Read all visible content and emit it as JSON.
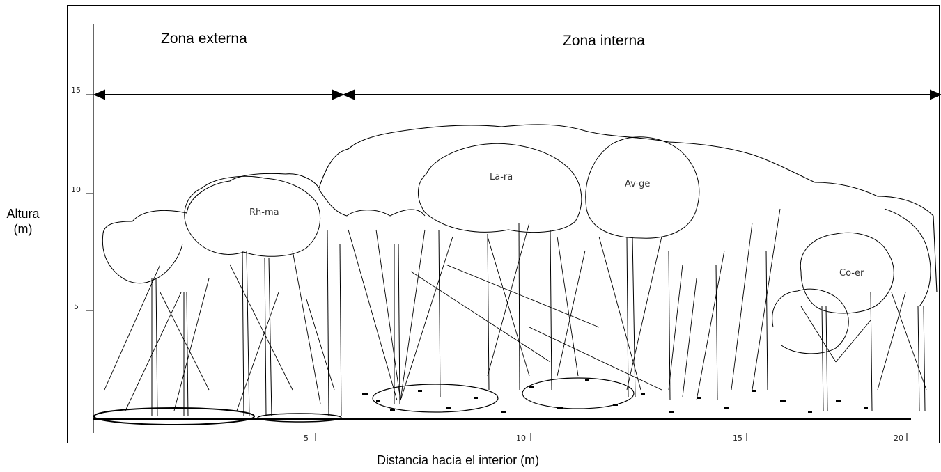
{
  "zones": {
    "external_label": "Zona externa",
    "internal_label": "Zona interna"
  },
  "axes": {
    "y_title_line1": "Altura",
    "y_title_line2": "(m)",
    "x_title": "Distancia hacia el interior (m)",
    "y_ticks": [
      "15",
      "10",
      "5"
    ],
    "x_ticks": [
      "5",
      "10",
      "15",
      "20"
    ]
  },
  "species": [
    "Rh-ma",
    "La-ra",
    "Av-ge",
    "Co-er"
  ],
  "colors": {
    "ink": "#000000",
    "background": "#ffffff"
  }
}
